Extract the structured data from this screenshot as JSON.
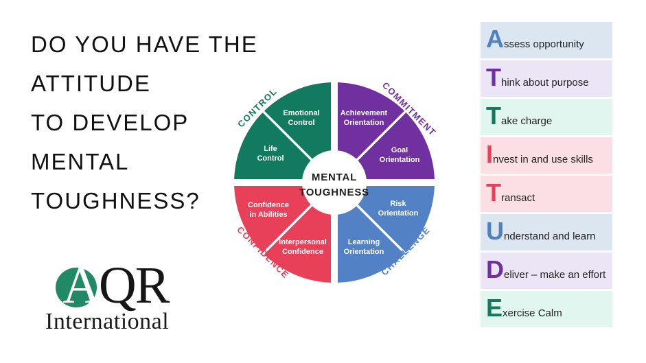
{
  "title": {
    "lines": [
      "DO YOU HAVE THE",
      "ATTITUDE",
      "TO DEVELOP",
      "MENTAL",
      "TOUGHNESS?"
    ]
  },
  "wheel": {
    "center_label": {
      "line1": "MENTAL",
      "line2": "TOUGHNESS"
    },
    "quadrants": [
      {
        "name": "CONTROL",
        "color": "#127a5e",
        "segments": [
          {
            "line1": "Emotional",
            "line2": "Control"
          },
          {
            "line1": "Life",
            "line2": "Control"
          }
        ]
      },
      {
        "name": "COMMITMENT",
        "color": "#7030a0",
        "segments": [
          {
            "line1": "Achievement",
            "line2": "Orientation"
          },
          {
            "line1": "Goal",
            "line2": "Orientation"
          }
        ]
      },
      {
        "name": "CONFIDENCE",
        "color": "#e84058",
        "segments": [
          {
            "line1": "Confidence",
            "line2": "in Abilities"
          },
          {
            "line1": "Interpersonal",
            "line2": "Confidence"
          }
        ]
      },
      {
        "name": "CHALLENGE",
        "color": "#5282c5",
        "segments": [
          {
            "line1": "Risk",
            "line2": "Orientation"
          },
          {
            "line1": "Learning",
            "line2": "Orientation"
          }
        ]
      }
    ]
  },
  "logo": {
    "initial": "A",
    "rest": "QR",
    "subtitle": "International",
    "circle_color": "#208a67"
  },
  "attitude_list": {
    "items": [
      {
        "initial": "A",
        "rest": "ssess opportunity",
        "letter_color": "#4f81bd",
        "bg": "#dce6f1"
      },
      {
        "initial": "T",
        "rest": "hink about purpose",
        "letter_color": "#7030a0",
        "bg": "#ece5f6"
      },
      {
        "initial": "T",
        "rest": "ake charge",
        "letter_color": "#17795c",
        "bg": "#e0f6ef"
      },
      {
        "initial": "I",
        "rest": "nvest in and use skills",
        "letter_color": "#e84058",
        "bg": "#fbdfe4"
      },
      {
        "initial": "T",
        "rest": "ransact",
        "letter_color": "#e84058",
        "bg": "#fbdfe4"
      },
      {
        "initial": "U",
        "rest": "nderstand and learn",
        "letter_color": "#4f81bd",
        "bg": "#dce6f1"
      },
      {
        "initial": "D",
        "rest": "eliver – make an effort",
        "letter_color": "#7030a0",
        "bg": "#ece5f6"
      },
      {
        "initial": "E",
        "rest": "xercise Calm",
        "letter_color": "#17795c",
        "bg": "#e0f6ef"
      }
    ]
  }
}
